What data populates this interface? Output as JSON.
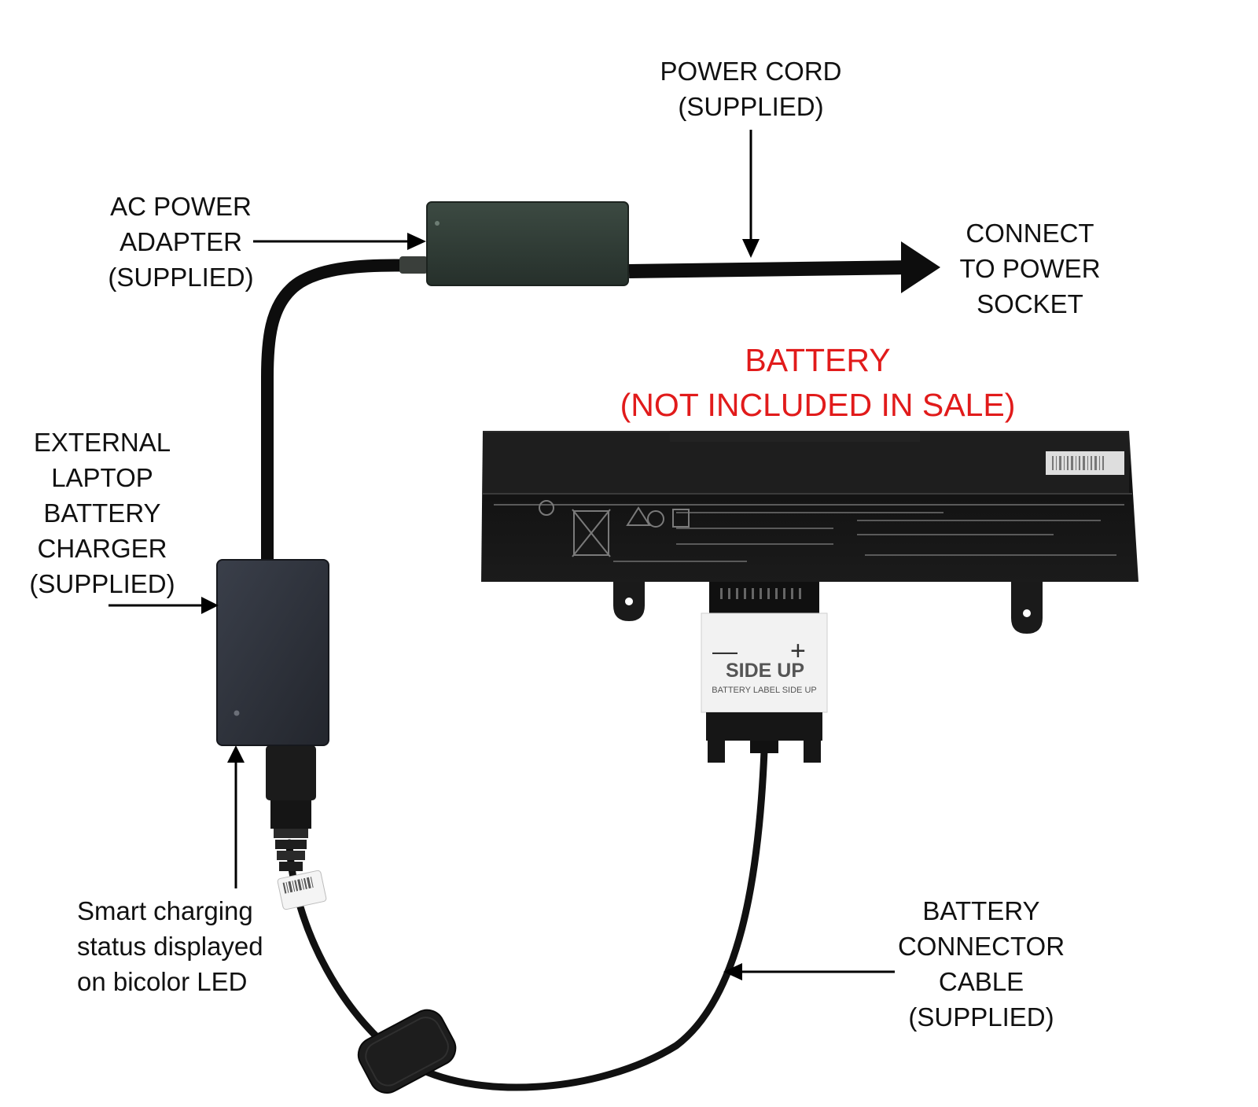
{
  "colors": {
    "label": "#111111",
    "battery_label": "#e11b1b",
    "cable": "#0d0d0d",
    "adapter": "#2f3b35",
    "charger": "#2b2f38",
    "battery": "#151515",
    "sleeve": "#f2f2f2"
  },
  "labels": {
    "power_cord": [
      "POWER CORD",
      "(SUPPLIED)"
    ],
    "ac_adapter": [
      "AC POWER",
      "ADAPTER",
      "(SUPPLIED)"
    ],
    "power_socket": [
      "CONNECT",
      "TO POWER",
      "SOCKET"
    ],
    "battery": [
      "BATTERY",
      "(NOT INCLUDED IN SALE)"
    ],
    "charger": [
      "EXTERNAL",
      "LAPTOP",
      "BATTERY",
      "CHARGER",
      "(SUPPLIED)"
    ],
    "smart_charging": [
      "Smart charging",
      "status displayed",
      "on bicolor LED"
    ],
    "connector_cable": [
      "BATTERY",
      "CONNECTOR",
      "CABLE",
      "(SUPPLIED)"
    ]
  },
  "connector": {
    "minus": "—",
    "plus": "+",
    "title": "SIDE UP",
    "subtitle": "BATTERY LABEL SIDE UP"
  },
  "icons": {
    "adapter_led": "led-dot-icon",
    "charger_led": "bicolor-led-icon",
    "arrows": "arrow-right-icon"
  }
}
